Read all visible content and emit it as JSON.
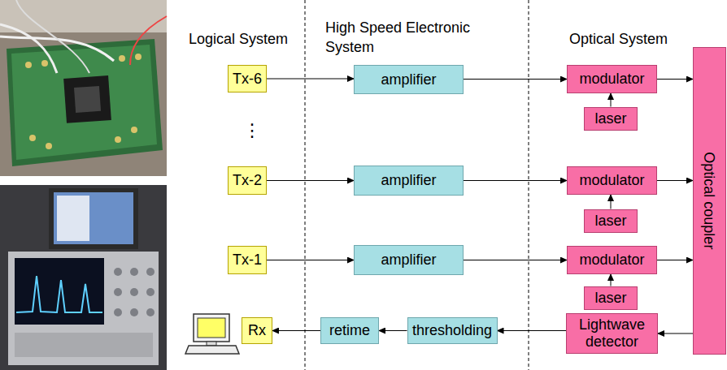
{
  "diagram": {
    "nodes": [
      {
        "text": [
          "Tx-6"
        ]
      },
      {
        "text": [
          "amplifier"
        ]
      },
      {
        "text": [
          "modulator"
        ]
      },
      {
        "text": [
          "laser"
        ]
      },
      {
        "text": [
          "Tx-2"
        ]
      },
      {
        "text": [
          "amplifier"
        ]
      },
      {
        "text": [
          "modulator"
        ]
      },
      {
        "text": [
          "laser"
        ]
      },
      {
        "text": [
          "Tx-1"
        ]
      },
      {
        "text": [
          "amplifier"
        ]
      },
      {
        "text": [
          "modulator"
        ]
      },
      {
        "text": [
          "laser"
        ]
      },
      {
        "text": [
          "Optical coupler"
        ]
      },
      {
        "text": [
          "Rx"
        ]
      },
      {
        "text": [
          "retime"
        ]
      },
      {
        "text": [
          "thresholding"
        ]
      },
      {
        "text": [
          "Lightwave detector"
        ]
      }
    ],
    "edges": [
      {
        "from": 0,
        "to": 1,
        "arrow": "to"
      },
      {
        "from": 1,
        "to": 2,
        "arrow": "to"
      },
      {
        "from": 3,
        "to": 2,
        "arrow": "to"
      },
      {
        "from": 2,
        "to": 12,
        "arrow": "to"
      },
      {
        "from": 4,
        "to": 5,
        "arrow": "to"
      },
      {
        "from": 5,
        "to": 6,
        "arrow": "to"
      },
      {
        "from": 7,
        "to": 6,
        "arrow": "to"
      },
      {
        "from": 6,
        "to": 12,
        "arrow": "to"
      },
      {
        "from": 8,
        "to": 9,
        "arrow": "to"
      },
      {
        "from": 9,
        "to": 10,
        "arrow": "to"
      },
      {
        "from": 11,
        "to": 10,
        "arrow": "to"
      },
      {
        "from": 10,
        "to": 12,
        "arrow": "to"
      },
      {
        "from": 12,
        "to": 16,
        "arrow": "to"
      },
      {
        "from": 16,
        "to": 15,
        "arrow": "to"
      },
      {
        "from": 15,
        "to": 14,
        "arrow": "to"
      },
      {
        "from": 14,
        "to": 13,
        "arrow": "to"
      }
    ],
    "labels": [
      "Logical System",
      "High Speed Electronic System",
      "Optical System",
      "⋮"
    ]
  }
}
